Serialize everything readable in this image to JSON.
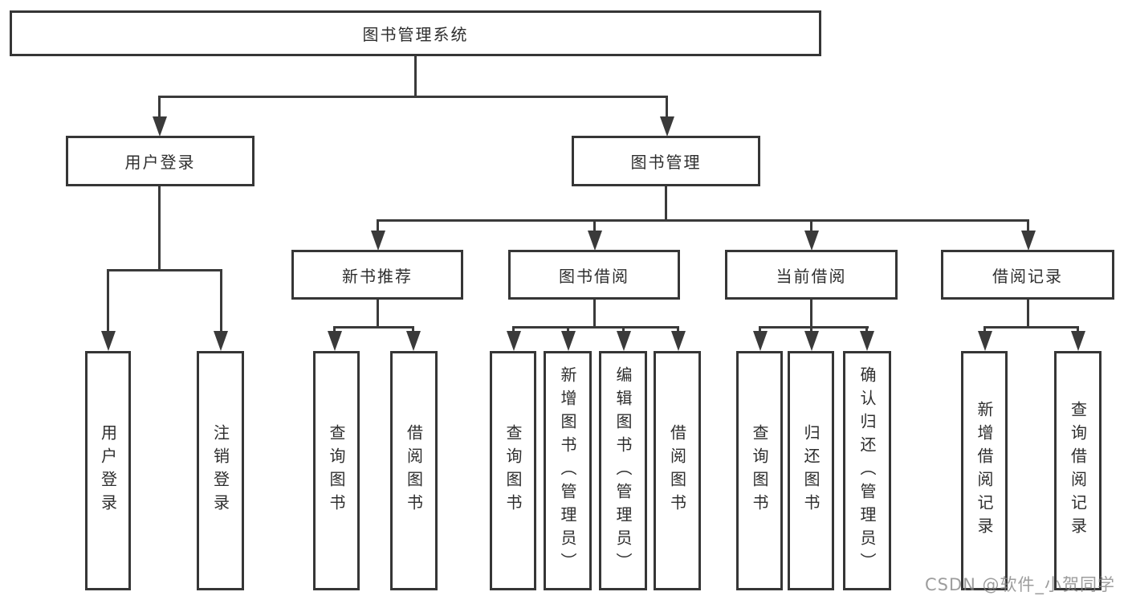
{
  "diagram": {
    "root": "图书管理系统",
    "level2": {
      "user": "用户登录",
      "book": "图书管理"
    },
    "level3": {
      "recommend": "新书推荐",
      "borrow": "图书借阅",
      "current": "当前借阅",
      "records": "借阅记录"
    },
    "leaves": {
      "user": [
        "用户登录",
        "注销登录"
      ],
      "recommend": [
        "查询图书",
        "借阅图书"
      ],
      "borrow": [
        "查询图书",
        "新增图书（管理员）",
        "编辑图书（管理员）",
        "借阅图书"
      ],
      "current": [
        "查询图书",
        "归还图书",
        "确认归还（管理员）"
      ],
      "records": [
        "新增借阅记录",
        "查询借阅记录"
      ]
    },
    "watermark": "CSDN @软件_小贺同学",
    "colors": {
      "line": "#3a3a3a",
      "border": "#363636",
      "text": "#2e2e2e",
      "background": "#ffffff",
      "watermark": "#828282"
    }
  }
}
